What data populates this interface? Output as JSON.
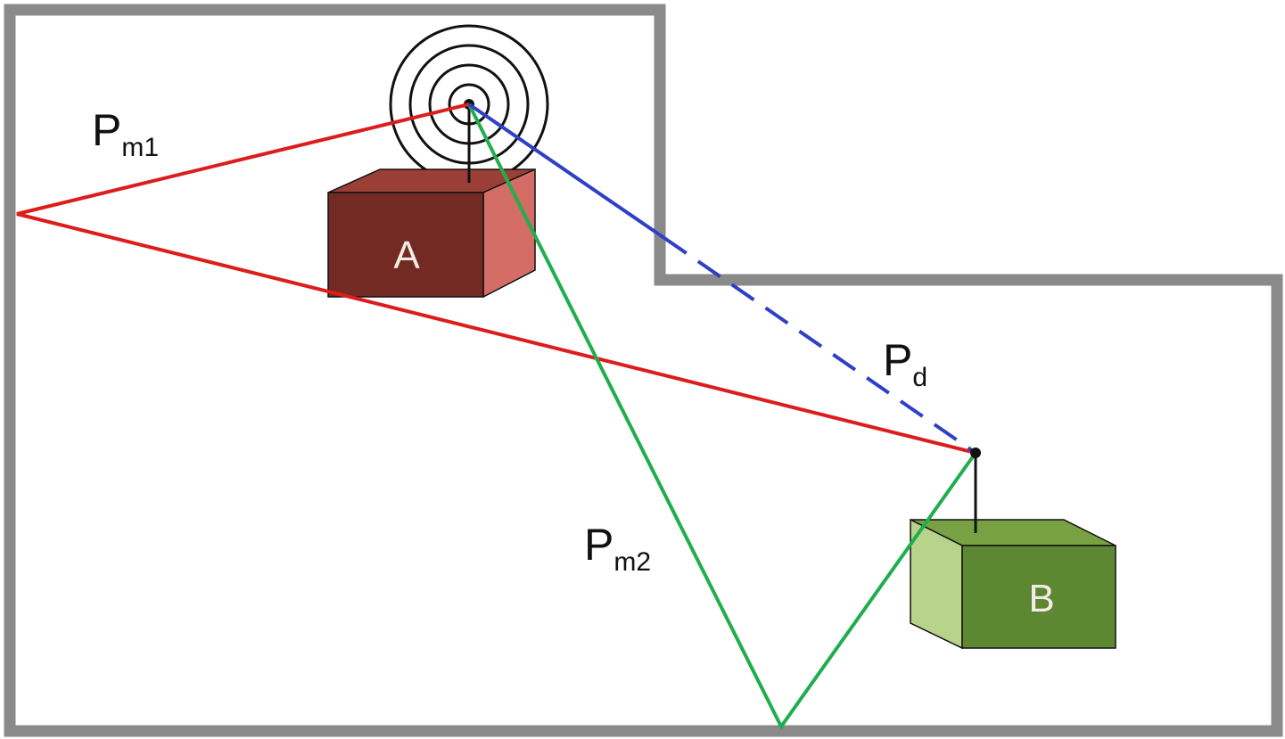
{
  "colors": {
    "wall": "#8a8a8a",
    "path_m1": "#dd1c1c",
    "path_m2": "#1fae4f",
    "path_d": "#2f3fc8",
    "box_a_front": "#722a22",
    "box_a_top": "#9a3f36",
    "box_a_side": "#d46d66",
    "box_b_front": "#5e8733",
    "box_b_top": "#77a143",
    "box_b_side": "#b8d38c"
  },
  "nodes": {
    "a": {
      "label": "A",
      "icon": "radio-waves-icon"
    },
    "b": {
      "label": "B"
    }
  },
  "paths": {
    "pm1": {
      "main": "P",
      "sub": "m1"
    },
    "pm2": {
      "main": "P",
      "sub": "m2"
    },
    "pd": {
      "main": "P",
      "sub": "d"
    }
  }
}
